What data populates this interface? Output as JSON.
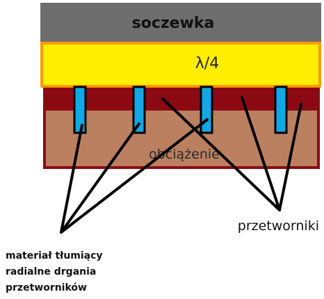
{
  "layers": {
    "lens": "soczewka",
    "quarter_wave": "λ/4",
    "backing": "obciążenie"
  },
  "callouts": {
    "transducers": "przetworniki",
    "damping_lines": [
      "materiał tłumiący",
      "radialne drgania",
      "przetworników"
    ]
  },
  "colors": {
    "lens": "#6e6e6e",
    "matching_layer": "#ffee00",
    "matching_border": "#ff9a00",
    "dark_band": "#8c0a14",
    "backing": "#bb8060",
    "transducer": "#10a8e6",
    "outline": "#000000"
  }
}
